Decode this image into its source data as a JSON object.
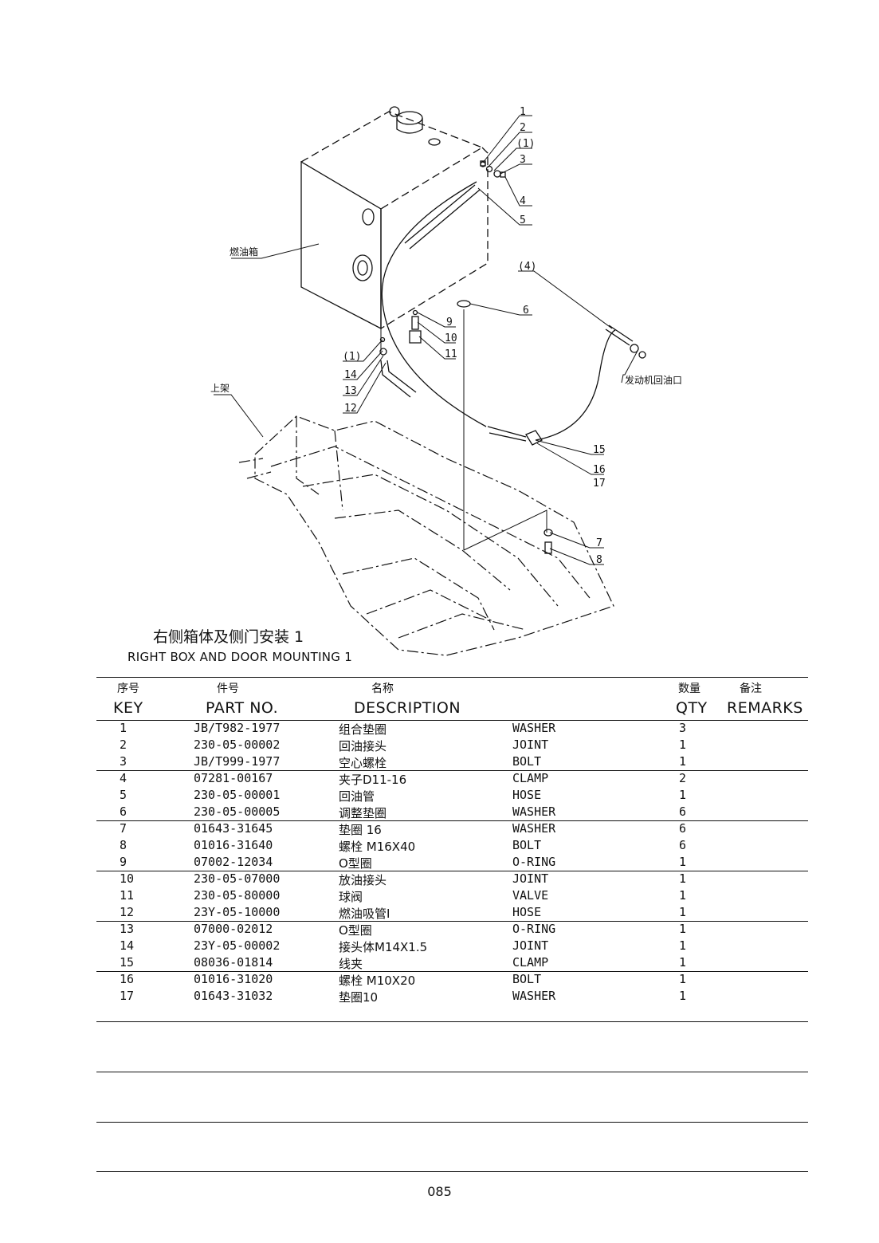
{
  "title": {
    "zh": "右侧箱体及侧门安装 1",
    "en": "RIGHT BOX AND DOOR MOUNTING 1"
  },
  "drawing_labels": {
    "fuel_tank": "燃油箱",
    "upper_frame": "上架",
    "engine_return": "发动机回油口",
    "callouts": [
      "1",
      "2",
      "(1)",
      "3",
      "4",
      "5",
      "(4)",
      "6",
      "9",
      "10",
      "11",
      "(1)",
      "14",
      "13",
      "12",
      "15",
      "16",
      "17",
      "7",
      "8"
    ]
  },
  "table": {
    "headers_zh": {
      "key": "序号",
      "part": "件号",
      "desc": "名称",
      "qty": "数量",
      "remarks": "备注"
    },
    "headers_en": {
      "key": "KEY",
      "part": "PART NO.",
      "desc": "DESCRIPTION",
      "qty": "QTY",
      "remarks": "REMARKS"
    },
    "rows": [
      {
        "key": "1",
        "part": "JB/T982-1977",
        "zh": "组合垫圈",
        "en": "WASHER",
        "qty": "3"
      },
      {
        "key": "2",
        "part": "230-05-00002",
        "zh": "回油接头",
        "en": "JOINT",
        "qty": "1"
      },
      {
        "key": "3",
        "part": "JB/T999-1977",
        "zh": "空心螺栓",
        "en": "BOLT",
        "qty": "1"
      },
      {
        "key": "4",
        "part": "07281-00167",
        "zh": "夹子D11-16",
        "en": "CLAMP",
        "qty": "2"
      },
      {
        "key": "5",
        "part": "230-05-00001",
        "zh": "回油管",
        "en": "HOSE",
        "qty": "1"
      },
      {
        "key": "6",
        "part": "230-05-00005",
        "zh": "调整垫圈",
        "en": "WASHER",
        "qty": "6"
      },
      {
        "key": "7",
        "part": "01643-31645",
        "zh": "垫圈 16",
        "en": "WASHER",
        "qty": "6"
      },
      {
        "key": "8",
        "part": "01016-31640",
        "zh": "螺栓 M16X40",
        "en": "BOLT",
        "qty": "6"
      },
      {
        "key": "9",
        "part": "07002-12034",
        "zh": "O型圈",
        "en": "O-RING",
        "qty": "1"
      },
      {
        "key": "10",
        "part": "230-05-07000",
        "zh": "放油接头",
        "en": "JOINT",
        "qty": "1"
      },
      {
        "key": "11",
        "part": "230-05-80000",
        "zh": "球阀",
        "en": "VALVE",
        "qty": "1"
      },
      {
        "key": "12",
        "part": "23Y-05-10000",
        "zh": "燃油吸管I",
        "en": "HOSE",
        "qty": "1"
      },
      {
        "key": "13",
        "part": "07000-02012",
        "zh": "O型圈",
        "en": "O-RING",
        "qty": "1"
      },
      {
        "key": "14",
        "part": "23Y-05-00002",
        "zh": "接头体M14X1.5",
        "en": "JOINT",
        "qty": "1"
      },
      {
        "key": "15",
        "part": "08036-01814",
        "zh": "线夹",
        "en": "CLAMP",
        "qty": "1"
      },
      {
        "key": "16",
        "part": "01016-31020",
        "zh": "螺栓 M10X20",
        "en": "BOLT",
        "qty": "1"
      },
      {
        "key": "17",
        "part": "01643-31032",
        "zh": "垫圈10",
        "en": "WASHER",
        "qty": "1"
      }
    ]
  },
  "page_number": "085"
}
